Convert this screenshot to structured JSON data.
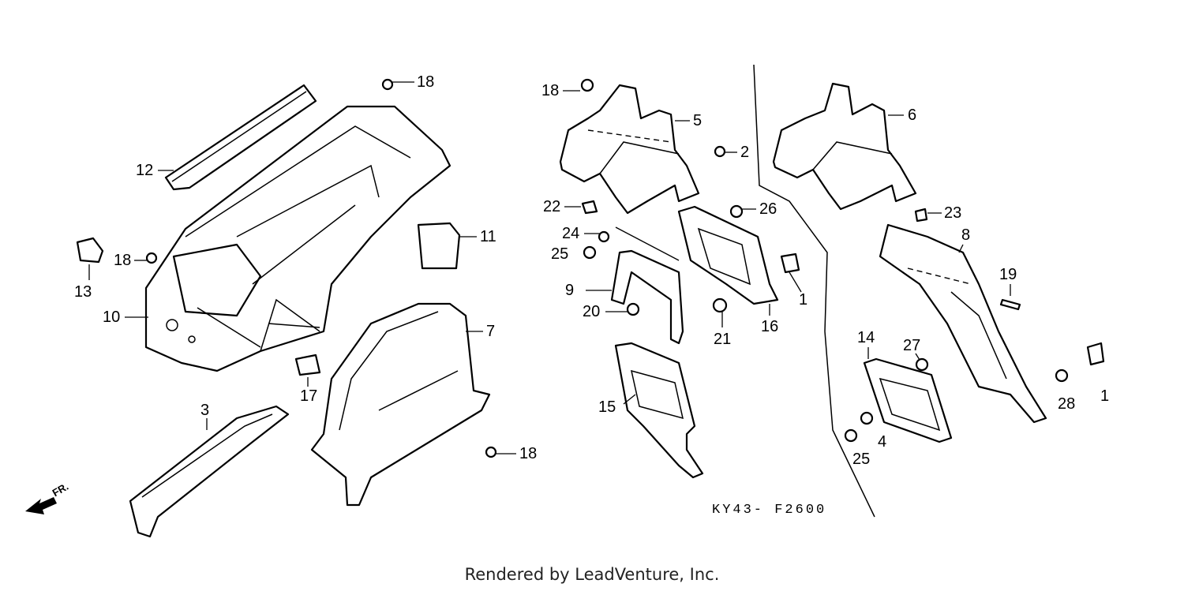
{
  "diagram_code": "KY43- F2600",
  "credit": "Rendered by LeadVenture, Inc.",
  "direction_marker": "FR.",
  "callouts": [
    "18",
    "12",
    "13",
    "18",
    "10",
    "11",
    "17",
    "3",
    "7",
    "18",
    "18",
    "5",
    "2",
    "22",
    "26",
    "24",
    "25",
    "9",
    "20",
    "21",
    "16",
    "15",
    "6",
    "23",
    "8",
    "19",
    "1",
    "14",
    "27",
    "4",
    "25",
    "28",
    "1"
  ]
}
